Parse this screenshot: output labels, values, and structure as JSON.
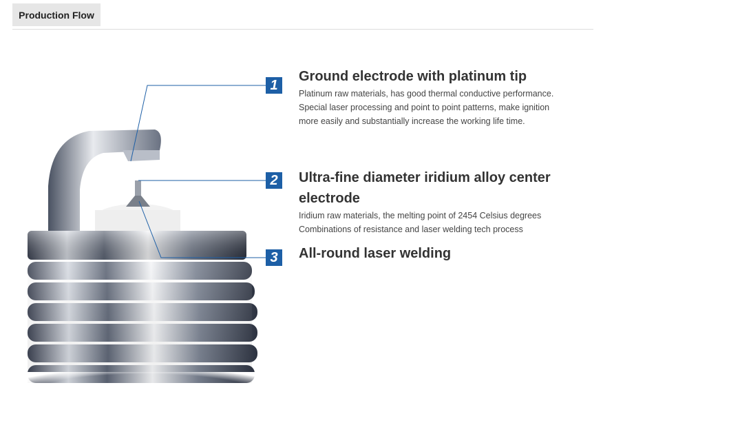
{
  "tab": {
    "label": "Production Flow"
  },
  "features": [
    {
      "number": "1",
      "title": "Ground electrode with platinum tip",
      "lines": [
        "Platinum raw materials, has good thermal conductive performance.",
        "Special laser processing and point to point patterns, make ignition",
        "more easily and substantially increase the working life time."
      ]
    },
    {
      "number": "2",
      "title_line1": "Ultra-fine diameter iridium alloy center",
      "title_line2": "electrode",
      "lines": [
        "Iridium raw materials, the melting point of 2454 Celsius degrees",
        "Combinations of resistance and laser welding tech process"
      ]
    },
    {
      "number": "3",
      "title": "All-round laser welding"
    }
  ],
  "colors": {
    "badge": "#1d5fa6",
    "leader": "#1d5fa6"
  }
}
